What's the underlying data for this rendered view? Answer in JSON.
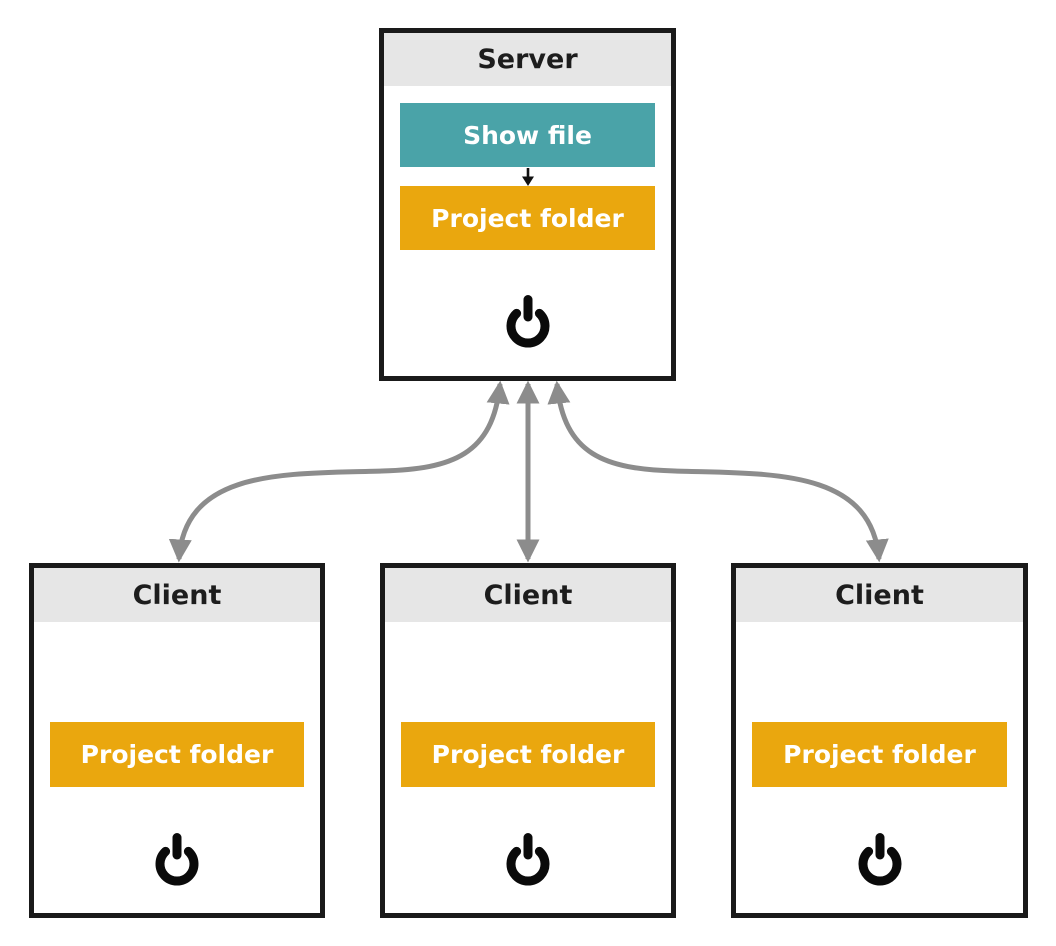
{
  "colors": {
    "teal": "#4aa3a8",
    "orange": "#eaa70e",
    "headerBg": "#e6e6e6",
    "border": "#1a1a1a",
    "arrow": "#8c8c8c",
    "titleText": "#1d1d1d",
    "buttonText": "#ffffff",
    "canvasBg": "#ffffff",
    "iconBlack": "#0a0a0a"
  },
  "server": {
    "title": "Server",
    "show_file_label": "Show file",
    "project_folder_label": "Project folder",
    "power_icon": "power-icon",
    "flow_arrow_icon": "arrow-down-icon"
  },
  "clients": [
    {
      "title": "Client",
      "project_folder_label": "Project folder",
      "power_icon": "power-icon"
    },
    {
      "title": "Client",
      "project_folder_label": "Project folder",
      "power_icon": "power-icon"
    },
    {
      "title": "Client",
      "project_folder_label": "Project folder",
      "power_icon": "power-icon"
    }
  ],
  "connectors": [
    {
      "name": "server-to-left-client",
      "shape": "curved",
      "bidirectional": true
    },
    {
      "name": "server-to-middle-client",
      "shape": "straight",
      "bidirectional": true
    },
    {
      "name": "server-to-right-client",
      "shape": "curved",
      "bidirectional": true
    }
  ]
}
